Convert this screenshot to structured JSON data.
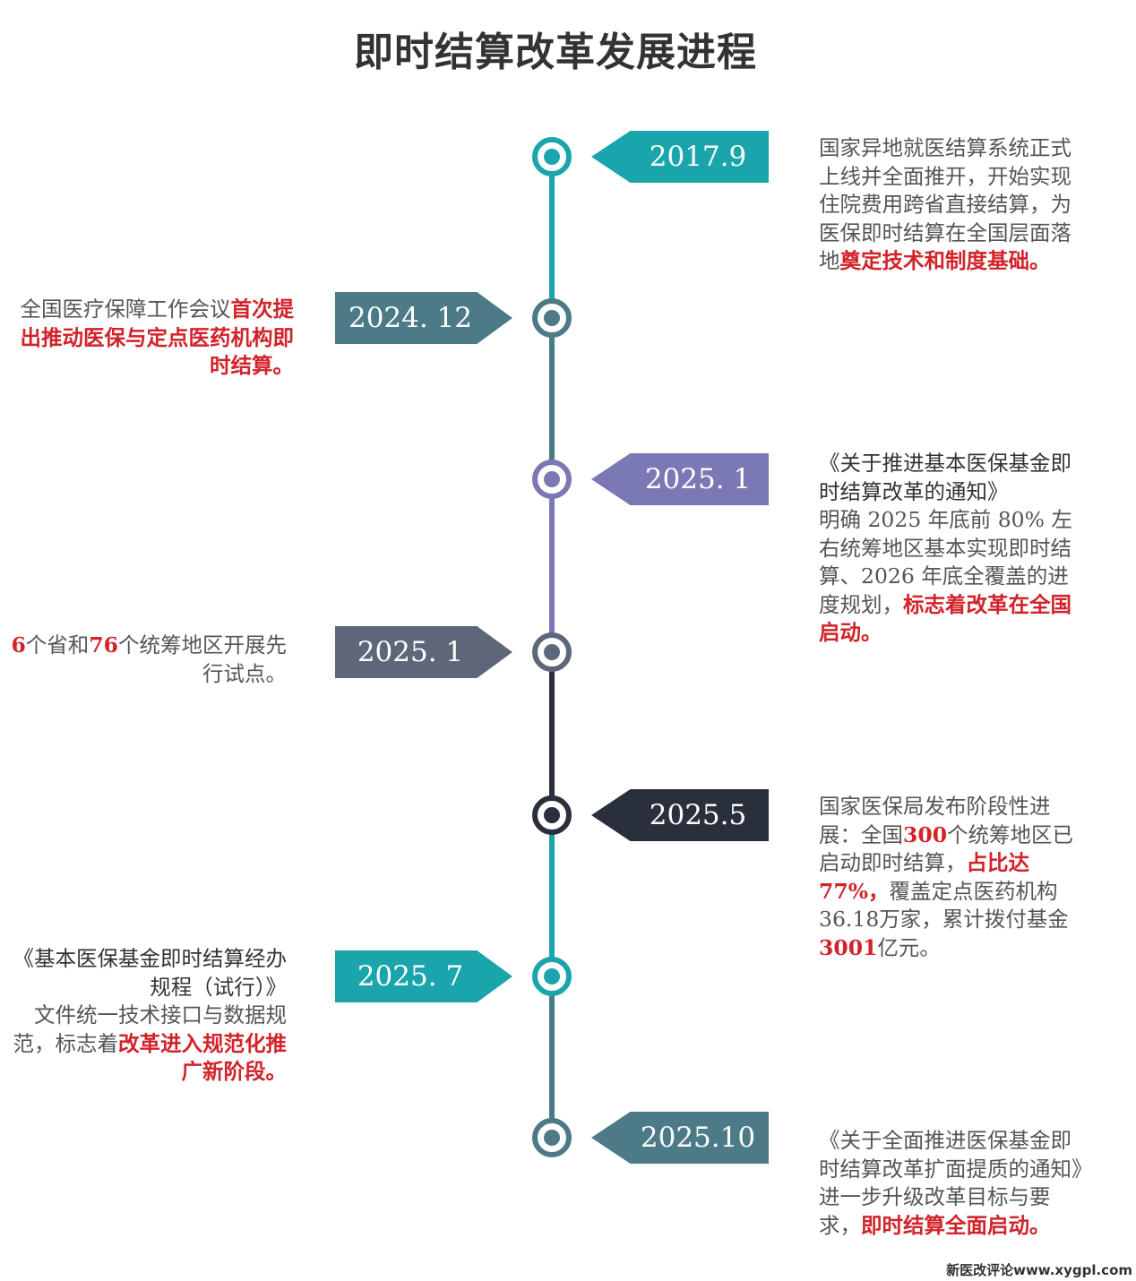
{
  "title": "即时结算改革发展进程",
  "colors": {
    "teal": "#1aa5ad",
    "slate": "#4d7a87",
    "purple": "#7b78b6",
    "gray": "#5e6779",
    "dark": "#2a2f3c",
    "red": "#d2232a"
  },
  "events": [
    {
      "date": "2017.9",
      "side": "right",
      "color": "#1aa5ad",
      "desc": [
        {
          "t": "国家异地就医结算系统正式上线并全面推开，开始实现住院费用跨省直接结算，为医保即时结算在全国层面落地"
        },
        {
          "t": "奠定技术和制度基础。",
          "red": true
        }
      ]
    },
    {
      "date": "2024. 12",
      "side": "left",
      "color": "#4d7a87",
      "desc": [
        {
          "t": "全国医疗保障工作会议"
        },
        {
          "t": "首次提出推动医保与定点医药机构即时结算。",
          "red": true
        }
      ]
    },
    {
      "date": "2025. 1",
      "side": "right",
      "color": "#7b78b6",
      "desc": [
        {
          "t": "《关于推进基本医保基金即时结算改革的通知》",
          "b": true
        },
        {
          "t": "明确 2025 年底前 80% 左右统筹地区基本实现即时结算、2026 年底全覆盖的进度规划，"
        },
        {
          "t": "标志着改革在全国启动。",
          "red": true
        }
      ]
    },
    {
      "date": "2025. 1",
      "side": "left",
      "color": "#5e6779",
      "desc": [
        {
          "t": "6",
          "red": true
        },
        {
          "t": "个省和"
        },
        {
          "t": "76",
          "red": true
        },
        {
          "t": "个统筹地区开展先行试点。"
        }
      ]
    },
    {
      "date": "2025.5",
      "side": "right",
      "color": "#2a2f3c",
      "desc": [
        {
          "t": "国家医保局发布阶段性进展：全国"
        },
        {
          "t": "300",
          "red": true
        },
        {
          "t": "个统筹地区已启动即时结算，"
        },
        {
          "t": "占比达77%，",
          "red": true
        },
        {
          "t": "覆盖定点医药机构36.18万家，累计拨付基金"
        },
        {
          "t": "3001",
          "red": true
        },
        {
          "t": "亿元。"
        }
      ]
    },
    {
      "date": "2025. 7",
      "side": "left",
      "color": "#1aa5ad",
      "desc": [
        {
          "t": "《基本医保基金即时结算经办规程（试行）》",
          "b": true
        },
        {
          "t": "文件统一技术接口与数据规范，标志着"
        },
        {
          "t": "改革进入规范化推广新阶段。",
          "red": true
        }
      ]
    },
    {
      "date": "2025.10",
      "side": "right",
      "color": "#4d7a87",
      "desc": [
        {
          "t": "《关于全面推进医保基金即时结算改革扩面提质的通知》"
        },
        {
          "t": "进一步升级改革目标与要求，"
        },
        {
          "t": "即时结算全面启动。",
          "red": true
        }
      ]
    }
  ],
  "watermark": "新医改评论www.xygpl.com"
}
